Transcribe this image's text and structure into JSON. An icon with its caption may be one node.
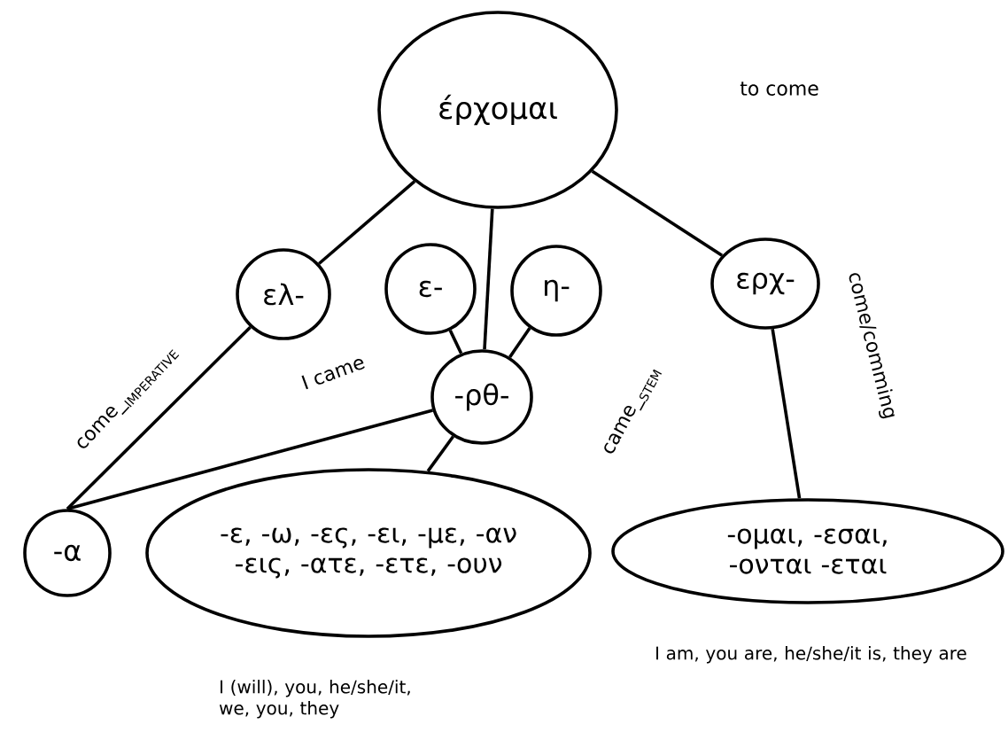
{
  "diagram": {
    "nodes": [
      {
        "text": [
          "έρχομαι"
        ]
      },
      {
        "text": [
          "ελ-"
        ]
      },
      {
        "text": [
          "ε-"
        ]
      },
      {
        "text": [
          "η-"
        ]
      },
      {
        "text": [
          "ερχ-"
        ]
      },
      {
        "text": [
          "-ρθ-"
        ]
      },
      {
        "text": [
          "-α"
        ]
      },
      {
        "text": [
          "-ε, -ω, -ες, -ει, -με, -αν -εις, -ατε, -ετε, -ουν"
        ],
        "beside": [
          "I (will), you, he/she/it, we, you, they"
        ]
      },
      {
        "text": [
          "-ομαι, -εσαι, -ονται -εται"
        ],
        "beside": [
          "I am, you are, he/she/it is, they are"
        ]
      }
    ],
    "edges": [
      {
        "from": 0,
        "to": 1,
        "arrow": "none"
      },
      {
        "from": 0,
        "to": 5,
        "arrow": "none"
      },
      {
        "from": 0,
        "to": 4,
        "arrow": "none"
      },
      {
        "from": 2,
        "to": 5,
        "arrow": "none"
      },
      {
        "from": 3,
        "to": 5,
        "arrow": "none"
      },
      {
        "from": 1,
        "to": 6,
        "arrow": "none",
        "label": "\\text{come\\_}_{\\text{\\scriptsize IMPERATIVE}}"
      },
      {
        "from": 5,
        "to": 6,
        "arrow": "none",
        "label": "I came"
      },
      {
        "from": 5,
        "to": 7,
        "arrow": "none"
      },
      {
        "from": 4,
        "to": 8,
        "arrow": "none",
        "label": "come/comming"
      }
    ],
    "labels": [
      "to come",
      "\\text{came\\_}_{\\text{\\scriptsize STEM}}"
    ]
  }
}
